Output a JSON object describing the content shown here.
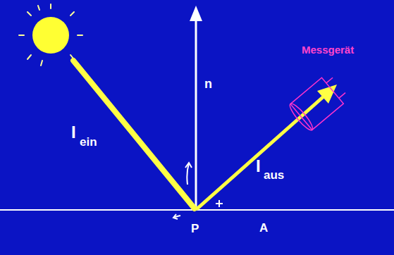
{
  "diagram": {
    "labels": [
      "I",
      "ein",
      "I",
      "aus",
      "n",
      "Messgerät",
      "P",
      "A"
    ]
  }
}
